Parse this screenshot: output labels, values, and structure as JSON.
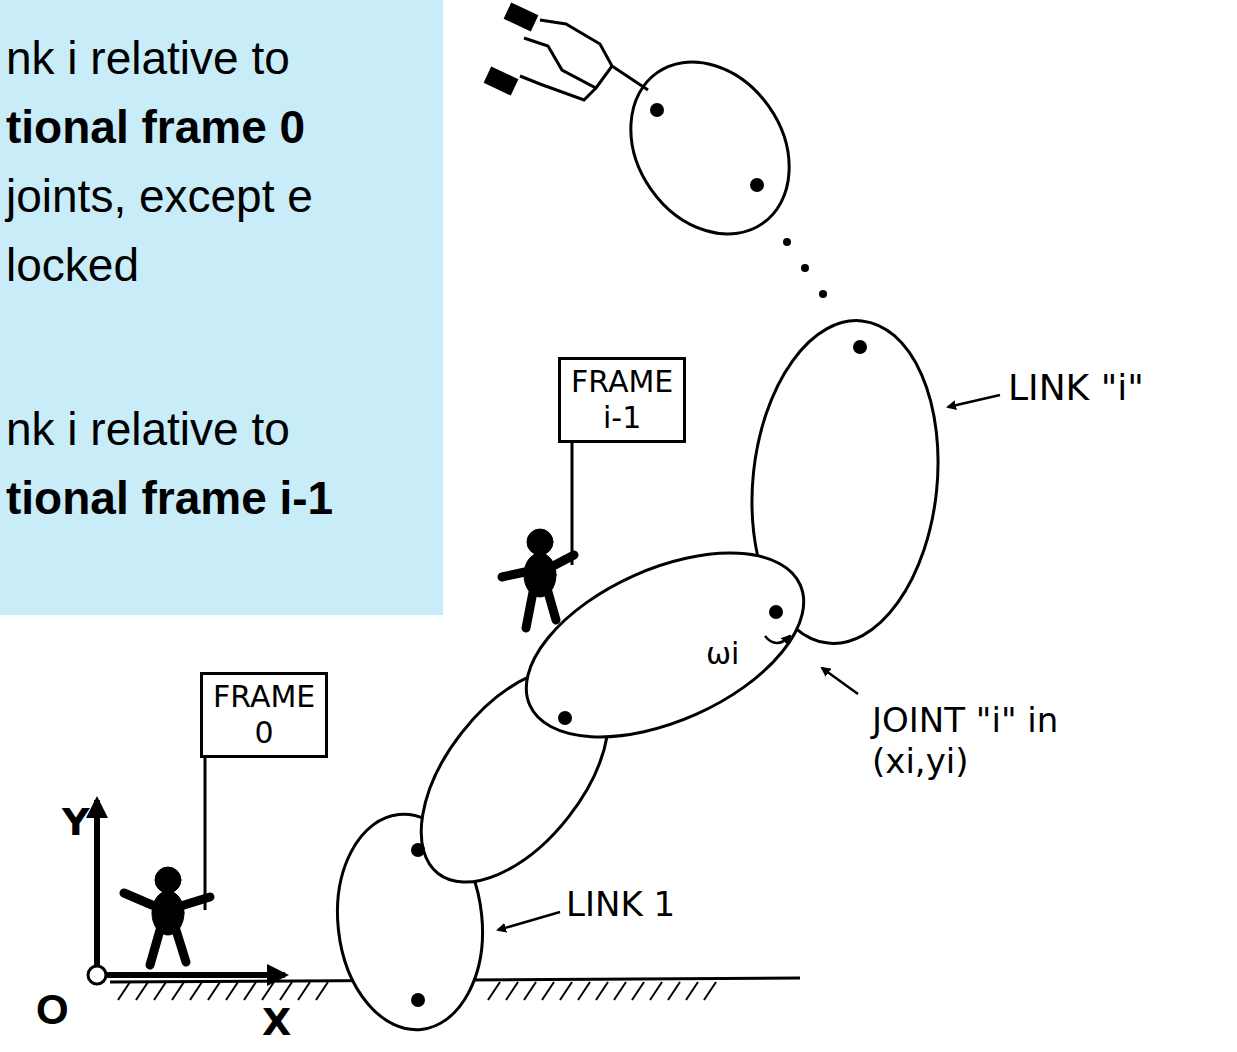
{
  "diagram": {
    "nodes": [
      {
        "text": [
          "nk i relative to",
          "tional frame 0",
          "joints, except e locked",
          "nk i relative to",
          "tional frame i-1"
        ]
      },
      {
        "text": [
          "FRAME i-1"
        ]
      },
      {
        "text": [
          "FRAME 0"
        ]
      }
    ],
    "labels": [
      "LINK \"i\"",
      "ωi",
      "JOINT \"i\" in (xi,yi)",
      "LINK 1",
      "Y",
      "X",
      "O"
    ]
  }
}
